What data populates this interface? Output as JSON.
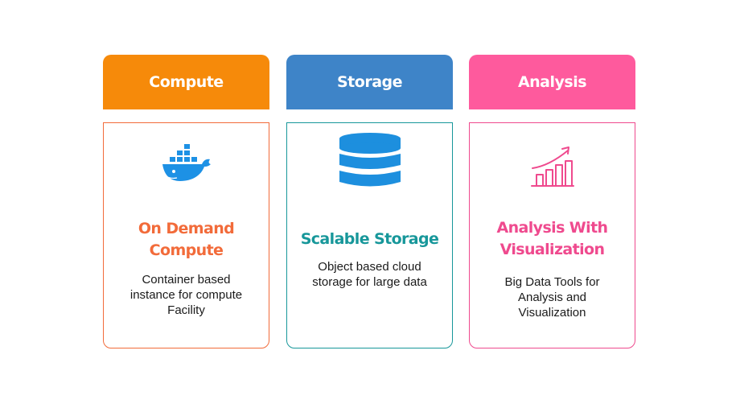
{
  "columns": [
    {
      "header": "Compute",
      "icon": "docker-whale-icon",
      "title_lines": [
        "On Demand",
        "Compute"
      ],
      "desc_lines": [
        "Container based",
        "instance for compute",
        "Facility"
      ],
      "colors": {
        "header": "#f68a0a",
        "title": "#f26b3a",
        "border": "#f26b3a"
      }
    },
    {
      "header": "Storage",
      "icon": "database-icon",
      "title_lines": [
        "Scalable Storage"
      ],
      "desc_lines": [
        "Object based cloud",
        "storage for large data"
      ],
      "colors": {
        "header": "#3e84c8",
        "title": "#17979a",
        "border": "#17979a"
      }
    },
    {
      "header": "Analysis",
      "icon": "growth-chart-icon",
      "title_lines": [
        "Analysis With",
        "Visualization"
      ],
      "desc_lines": [
        "Big Data Tools for",
        "Analysis and",
        "Visualization"
      ],
      "colors": {
        "header": "#fe5a9d",
        "title": "#ef4a8e",
        "border": "#ef4a8e"
      }
    }
  ]
}
